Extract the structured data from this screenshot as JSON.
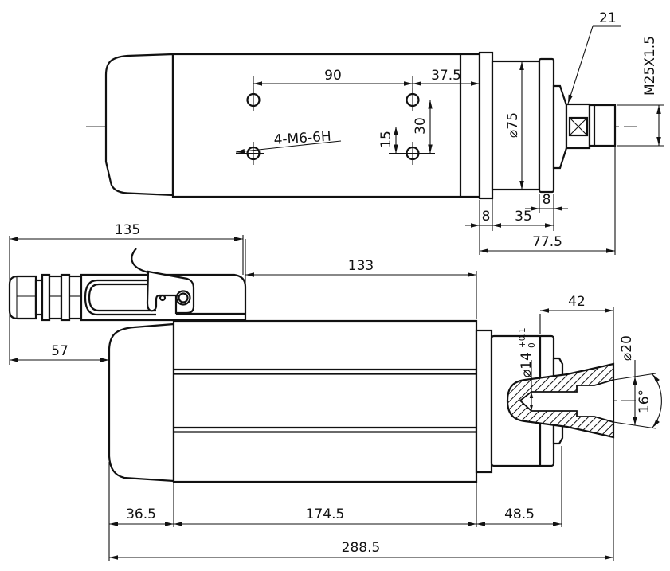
{
  "drawing": {
    "title": "spindle-motor-dimension-drawing",
    "background": "#ffffff",
    "line_color": "#111111",
    "top_view": {
      "dim_90": "90",
      "dim_37_5": "37.5",
      "dim_30": "30",
      "dim_15": "15",
      "holes_label": "4-M6-6H",
      "dim_21": "21",
      "thread_label": "M25X1.5",
      "dia_75": "⌀75",
      "dim_8_left": "8",
      "dim_35": "35",
      "dim_8_right": "8",
      "dim_77_5": "77.5"
    },
    "side_view": {
      "dim_135": "135",
      "dim_57": "57",
      "dim_133": "133",
      "dim_42": "42",
      "dia_14": "⌀14",
      "dia_14_tol_upper": "+0.1",
      "dia_14_tol_lower": "0",
      "dia_20": "⌀20",
      "angle_16": "16°",
      "dim_36_5": "36.5",
      "dim_174_5": "174.5",
      "dim_48_5": "48.5",
      "dim_288_5": "288.5"
    }
  }
}
